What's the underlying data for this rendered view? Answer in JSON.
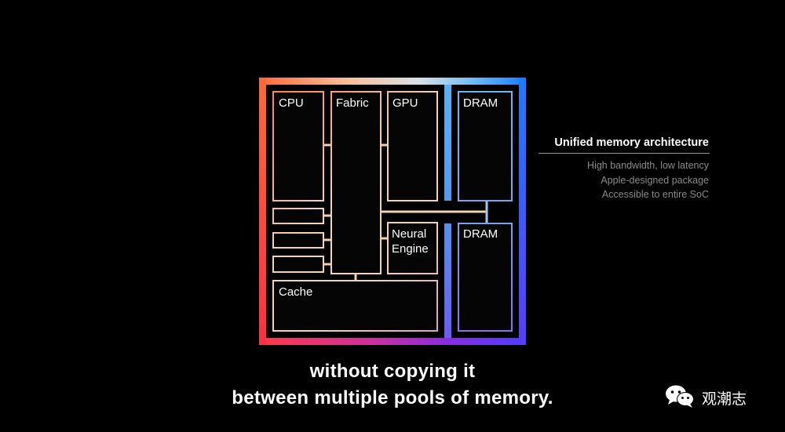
{
  "diagram": {
    "blocks": {
      "cpu": "CPU",
      "fabric": "Fabric",
      "gpu": "GPU",
      "dram_top": "DRAM",
      "dram_bottom": "DRAM",
      "neural_line1": "Neural",
      "neural_line2": "Engine",
      "cache": "Cache"
    },
    "colors": {
      "gradient_left_bottom": "#ff3d3d",
      "gradient_top_left": "#ff7a3a",
      "gradient_top_mid": "#f7d6a8",
      "gradient_top_right": "#1a8cff",
      "gradient_bottom_mid": "#9a2bd8",
      "gradient_bottom_right": "#5a3cff",
      "connector": "#f4d2b0"
    }
  },
  "side_panel": {
    "title": "Unified memory architecture",
    "items": [
      "High bandwidth, low latency",
      "Apple-designed package",
      "Accessible to entire SoC"
    ]
  },
  "caption": {
    "line1": "without copying it",
    "line2": "between multiple pools of memory."
  },
  "watermark": {
    "icon": "wechat-icon",
    "text": "观潮志"
  }
}
